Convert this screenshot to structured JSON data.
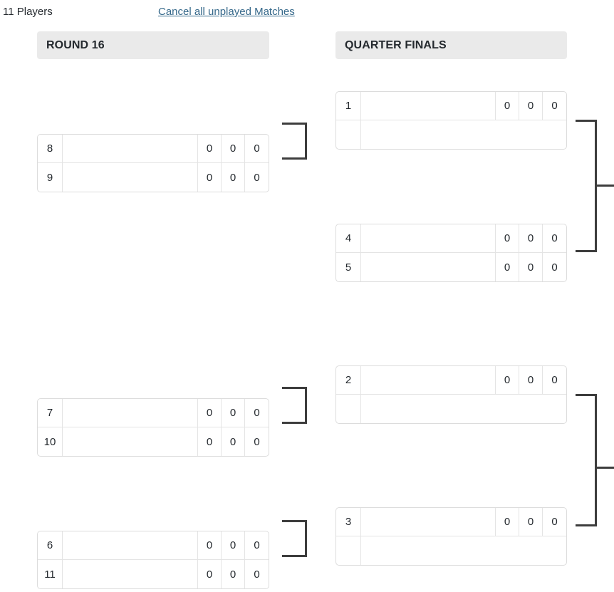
{
  "topbar": {
    "players_count": "11 Players",
    "cancel_link": "Cancel all unplayed Matches",
    "link_color": "#35688a"
  },
  "rounds": [
    {
      "id": "round16",
      "title": "ROUND 16"
    },
    {
      "id": "quarterfinals",
      "title": "QUARTER FINALS"
    }
  ],
  "theme": {
    "header_bg": "#eaeaea",
    "border": "#dcdcdc",
    "inner_border": "#e4e4e4",
    "connector": "#3d3d3d",
    "caret": "#e8382f",
    "text": "#24292e"
  },
  "matches": {
    "r16_m1": {
      "top": {
        "seed": "8",
        "name": "",
        "scores": [
          "0",
          "0",
          "0"
        ]
      },
      "bottom": {
        "seed": "9",
        "name": "",
        "scores": [
          "0",
          "0",
          "0"
        ]
      }
    },
    "r16_m2": {
      "top": {
        "seed": "7",
        "name": "",
        "scores": [
          "0",
          "0",
          "0"
        ]
      },
      "bottom": {
        "seed": "10",
        "name": "",
        "scores": [
          "0",
          "0",
          "0"
        ]
      }
    },
    "r16_m3": {
      "top": {
        "seed": "6",
        "name": "",
        "scores": [
          "0",
          "0",
          "0"
        ]
      },
      "bottom": {
        "seed": "11",
        "name": "",
        "scores": [
          "0",
          "0",
          "0"
        ]
      }
    },
    "qf_m1": {
      "top": {
        "seed": "1",
        "name": "",
        "scores": [
          "0",
          "0",
          "0"
        ]
      },
      "bottom": {
        "seed": "",
        "name": "",
        "scores": []
      }
    },
    "qf_m2": {
      "top": {
        "seed": "4",
        "name": "",
        "scores": [
          "0",
          "0",
          "0"
        ]
      },
      "bottom": {
        "seed": "5",
        "name": "",
        "scores": [
          "0",
          "0",
          "0"
        ]
      }
    },
    "qf_m3": {
      "top": {
        "seed": "2",
        "name": "",
        "scores": [
          "0",
          "0",
          "0"
        ]
      },
      "bottom": {
        "seed": "",
        "name": "",
        "scores": []
      }
    },
    "qf_m4": {
      "top": {
        "seed": "3",
        "name": "",
        "scores": [
          "0",
          "0",
          "0"
        ]
      },
      "bottom": {
        "seed": "",
        "name": "",
        "scores": []
      }
    }
  }
}
